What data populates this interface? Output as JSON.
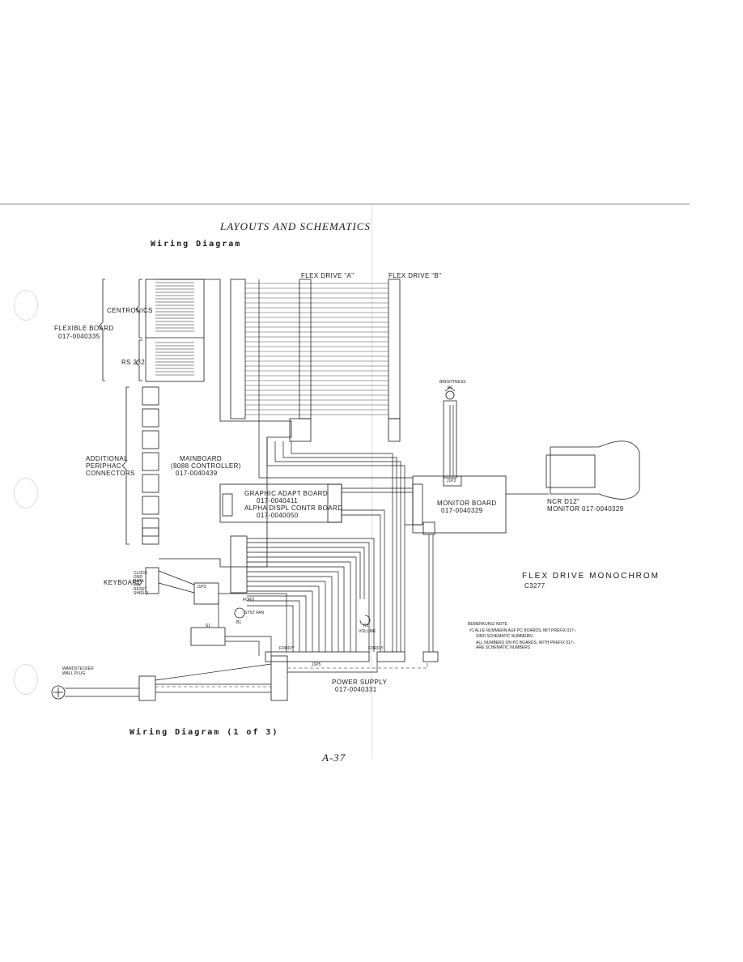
{
  "header": {
    "title": "LAYOUTS AND SCHEMATICS",
    "subtitle": "Wiring Diagram"
  },
  "caption": "Wiring Diagram (1 of 3)",
  "page_number": "A-37",
  "labels": {
    "centronics": "CENTRONICS",
    "flexible_board": "FLEXIBLE BOARD",
    "flexible_board_pn": "017-0040335",
    "rs232": "RS 232",
    "additional": "ADDITIONAL",
    "periphac": "PERIPHAC",
    "connectors": "CONNECTORS",
    "mainboard": "MAINBOARD",
    "mainboard_ctrl": "(8088 CONTROLLER)",
    "mainboard_pn": "017-0040439",
    "keyboard": "KEYBOARD",
    "flex_drive_a": "FLEX DRIVE \"A\"",
    "flex_drive_b": "FLEX DRIVE \"B\"",
    "graphic_board": "GRAPHIC ADAPT BOARD",
    "graphic_board_pn": "017-0040411",
    "alpha_board": "ALPHA DISPL CONTR BOARD",
    "alpha_board_pn": "017-0040050",
    "monitor_board": "MONITOR BOARD",
    "monitor_board_pn": "017-0040329",
    "ncr_monitor": "NCR D12\"",
    "ncr_monitor_pn": "MONITOR 017-0040329",
    "brightness": "BRIGHTNESS",
    "volume": "VOLUME",
    "power_supply": "POWER SUPPLY",
    "power_supply_pn": "017-0040331",
    "wall_plug_1": "WANDSTECKER",
    "wall_plug_2": "WALL PLUG",
    "syst_fan": "SYST FAN",
    "flex_mono": "FLEX DRIVE MONOCHROM",
    "flex_mono_code": "C3277",
    "note_title": "BEMERKUNG/ NOTE",
    "note_1": "#1  ALLE NUMMERN AUF PC BOARDS, MIT PREFIX 017-,",
    "note_2": "SIND SCHEMATIC NUMMERN",
    "note_3": "ALL NUMBERS ON PC BOARDS, WITH PREFIX 017-,",
    "note_4": "ARE SCHEMATIC NUMBERS",
    "ford": "FORD",
    "fordy": "FORD/Y",
    "j1pg": "J1P3",
    "j1p2": "J1P2",
    "j1p5": "J1P5",
    "b1": "B1",
    "s1": "S1",
    "r2": "R2",
    "r1": "R1"
  },
  "keyboard_pins": [
    "CLOCK",
    "GND",
    "DATA",
    "+5V",
    "RESET",
    "SHIELD"
  ],
  "colors": {
    "ink": "#1a1a1a",
    "rule": "#c8c8c8",
    "hole": "#dcdcdc"
  }
}
